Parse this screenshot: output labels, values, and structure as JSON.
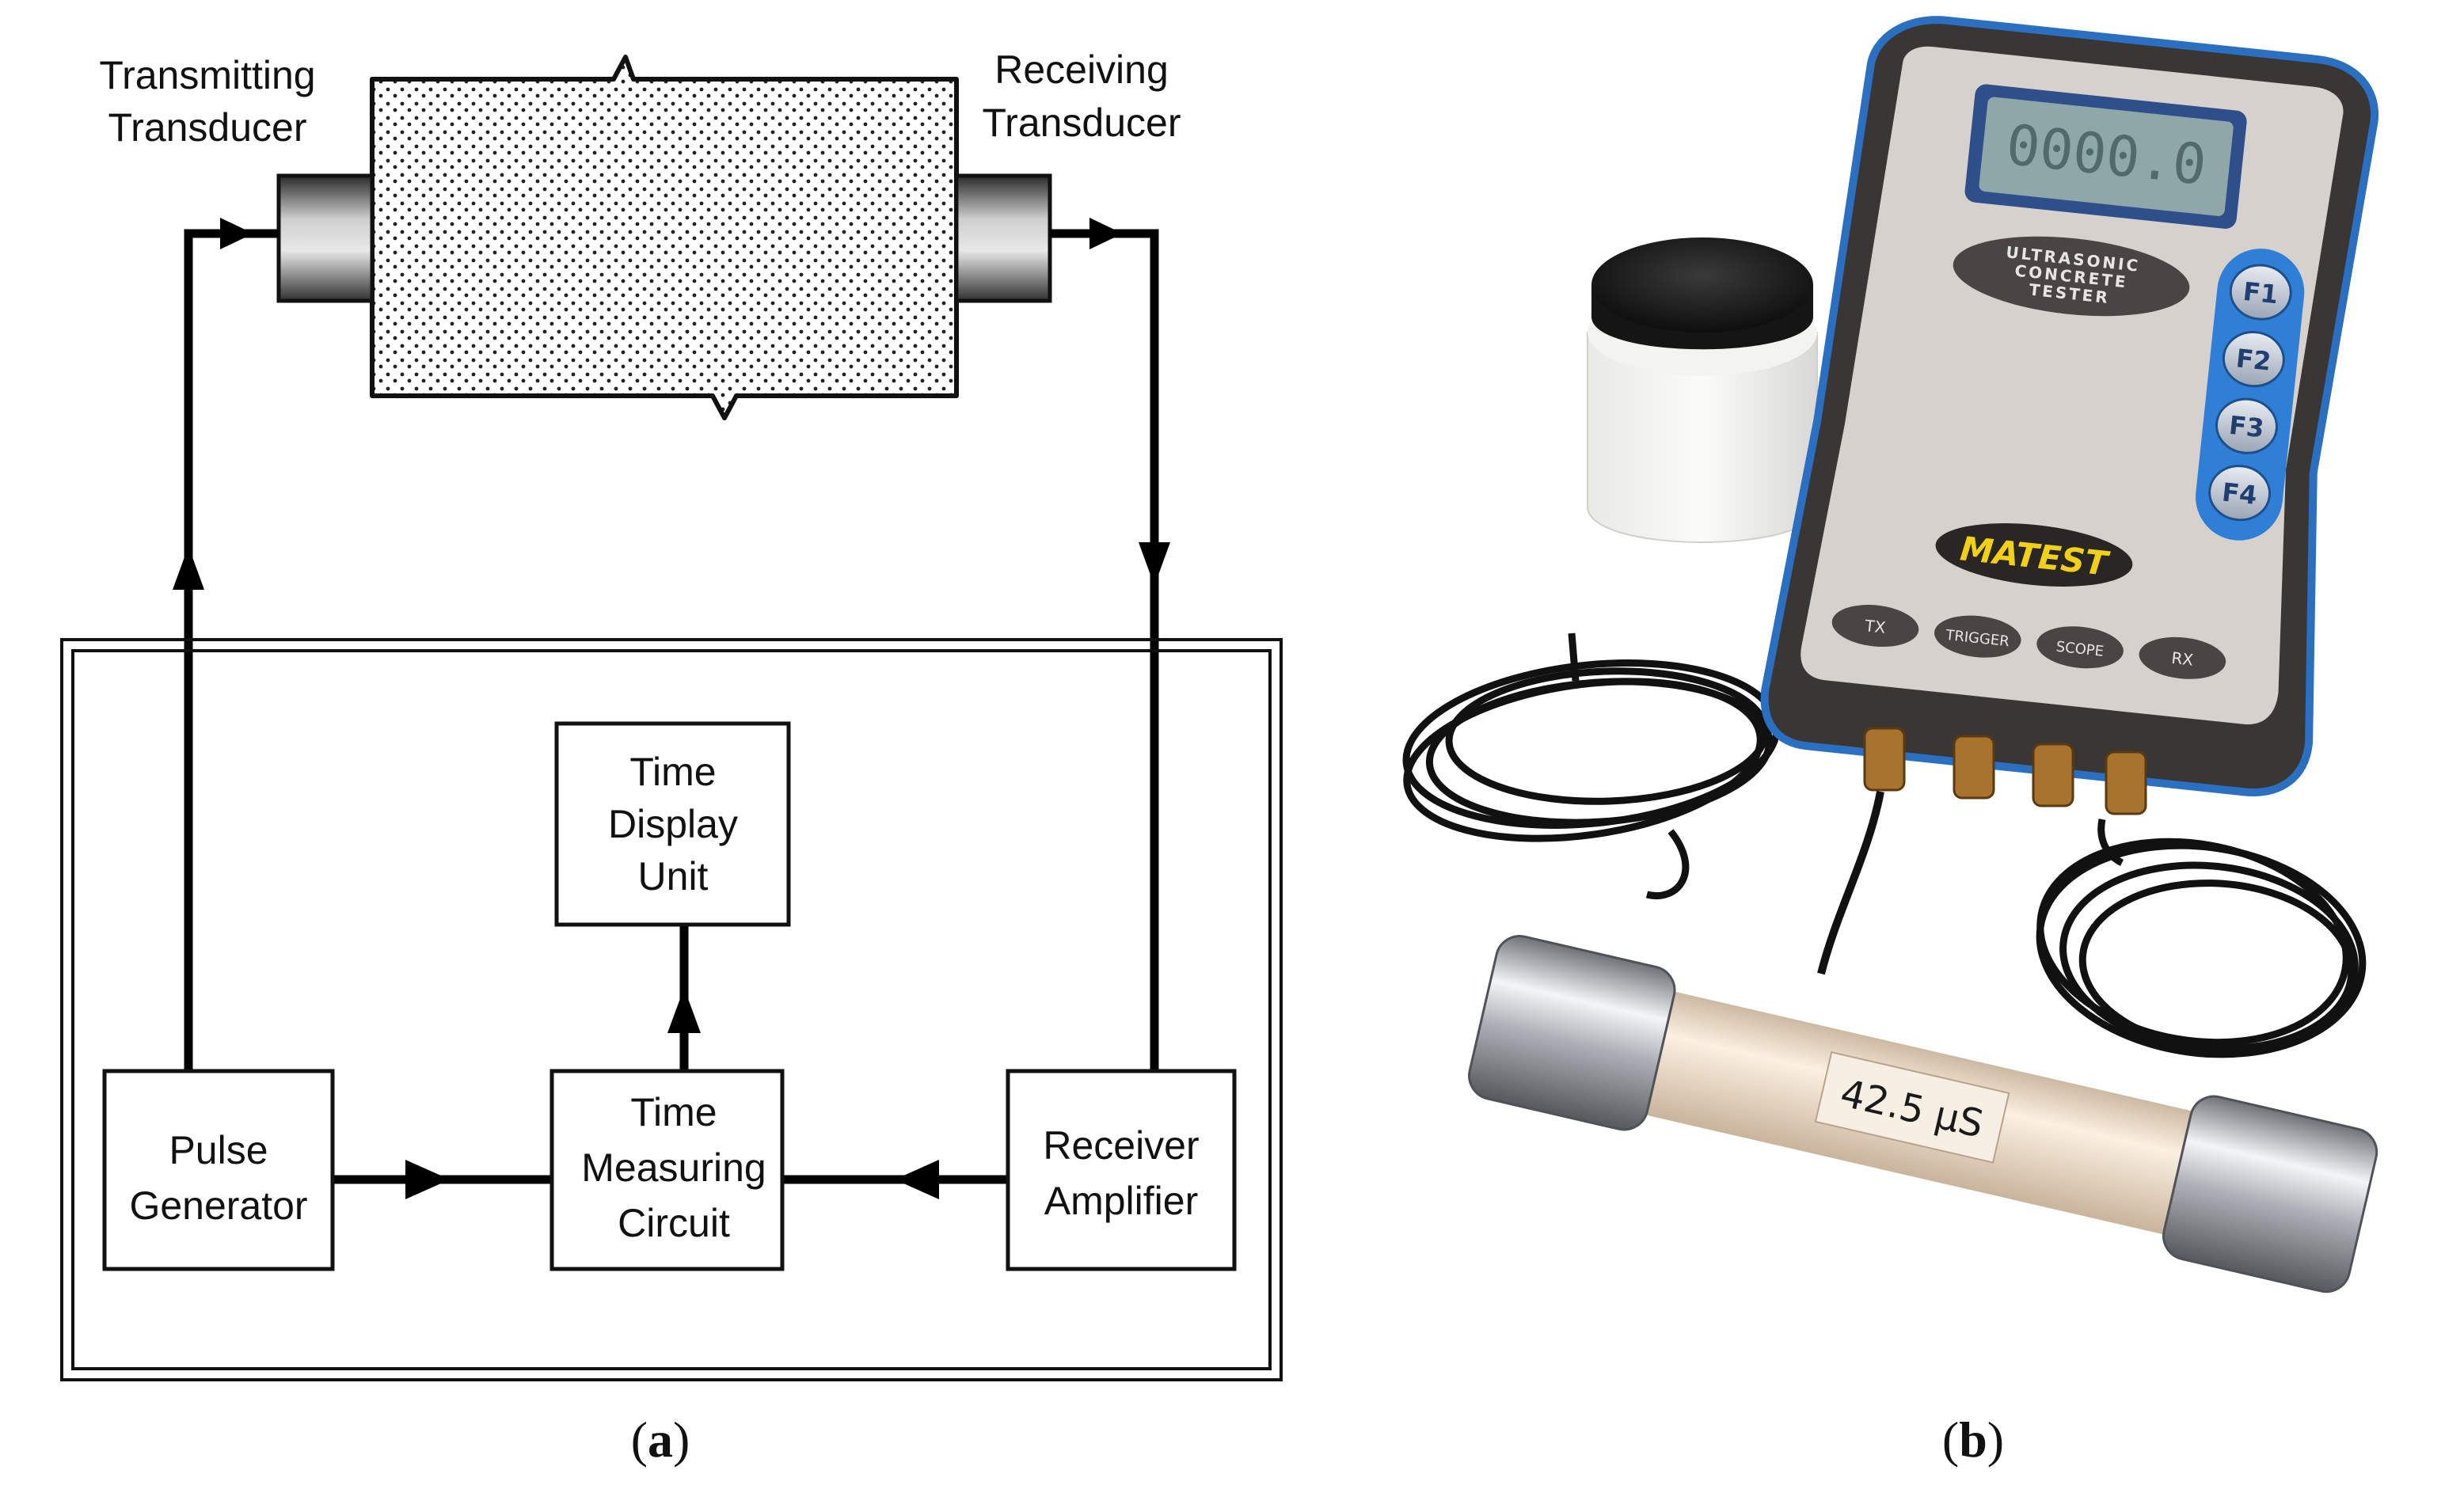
{
  "figure": {
    "panel_a": {
      "caption_paren_open": "(",
      "caption_letter": "a",
      "caption_paren_close": ")",
      "transmitting_line1": "Transmitting",
      "transmitting_line2": "Transducer",
      "receiving_line1": "Receiving",
      "receiving_line2": "Transducer",
      "time_display_line1": "Time",
      "time_display_line2": "Display",
      "time_display_line3": "Unit",
      "pulse_line1": "Pulse",
      "pulse_line2": "Generator",
      "measuring_line1": "Time",
      "measuring_line2": "Measuring",
      "measuring_line3": "Circuit",
      "receiver_line1": "Receiver",
      "receiver_line2": "Amplifier"
    },
    "panel_b": {
      "caption_paren_open": "(",
      "caption_letter": "b",
      "caption_paren_close": ")",
      "device_title_line1": "ULTRASONIC",
      "device_title_line2": "CONCRETE",
      "device_title_line3": "TESTER",
      "display_reading": "0000.0",
      "keys": [
        "F1",
        "F2",
        "F3",
        "F4"
      ],
      "brand": "MATEST",
      "bottom_buttons": [
        "TX",
        "TRIGGER",
        "SCOPE",
        "RX"
      ],
      "rod_label": "42.5 μS"
    }
  },
  "colors": {
    "device_body": "#3a3634",
    "device_face": "#d6d1cc",
    "device_trim": "#2a6fc0",
    "key_blue": "#2f7fd6",
    "lcd": "#8fa7a8",
    "rod": "#f2e2cf",
    "cap_metal": "#b9bcc2",
    "brand_yellow": "#f2d018"
  }
}
